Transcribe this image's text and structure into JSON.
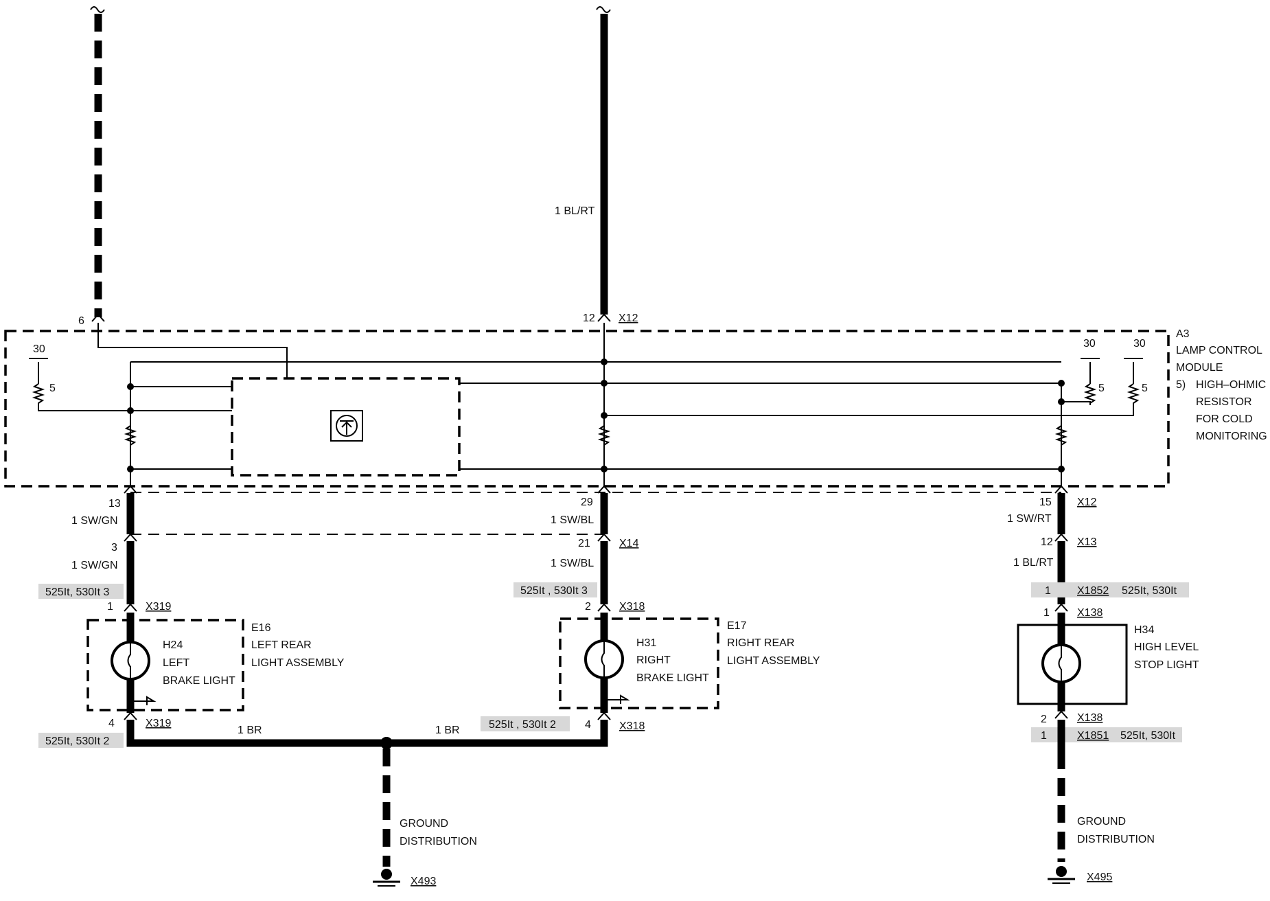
{
  "module": {
    "ref": "A3",
    "lines": [
      "LAMP CONTROL",
      "MODULE"
    ],
    "note_num": "5)",
    "note_lines": [
      "HIGH–OHMIC",
      "RESISTOR",
      "FOR COLD",
      "MONITORING"
    ],
    "term30": "30",
    "res5": "5"
  },
  "top": {
    "pin6": "6",
    "pin12": "12",
    "conn": "X12",
    "wire": "1 BL/RT"
  },
  "left": {
    "pin_out": "13",
    "wire1": "1 SW/GN",
    "pin_in": "3",
    "wire2": "1 SW/GN",
    "var1": "525It, 530It  3",
    "pin_a": "1",
    "conn_a": "X319",
    "comp_ref": "E16",
    "comp_lines": [
      "LEFT REAR",
      "LIGHT ASSEMBLY"
    ],
    "lamp_ref": "H24",
    "lamp_lines": [
      "LEFT",
      "BRAKE LIGHT"
    ],
    "pin_b": "4",
    "conn_b": "X319",
    "var2": "525It, 530It  2",
    "gnd_wire": "1 BR"
  },
  "mid": {
    "pin_out": "29",
    "wire1": "1 SW/BL",
    "pin_in": "21",
    "conn_in": "X14",
    "wire2": "1 SW/BL",
    "var1": "525It , 530It  3",
    "pin_a": "2",
    "conn_a": "X318",
    "comp_ref": "E17",
    "comp_lines": [
      "RIGHT REAR",
      "LIGHT ASSEMBLY"
    ],
    "lamp_ref": "H31",
    "lamp_lines": [
      "RIGHT",
      "BRAKE LIGHT"
    ],
    "pin_b": "4",
    "conn_b": "X318",
    "var2": "525It , 530It  2",
    "gnd_wire": "1 BR"
  },
  "right": {
    "pin_out": "15",
    "conn_out": "X12",
    "wire1": "1 SW/RT",
    "pin_in": "12",
    "conn_in": "X13",
    "wire2": "1 BL/RT",
    "var1_pin": "1",
    "var1_conn": "X1852",
    "var1_txt": "525It, 530It",
    "pin_a": "1",
    "conn_a": "X138",
    "lamp_ref": "H34",
    "lamp_lines": [
      "HIGH LEVEL",
      "STOP LIGHT"
    ],
    "pin_b": "2",
    "conn_b": "X138",
    "var2_pin": "1",
    "var2_conn": "X1851",
    "var2_txt": "525It, 530It"
  },
  "ground": {
    "lines": [
      "GROUND",
      "DISTRIBUTION"
    ],
    "left_conn": "X493",
    "right_conn": "X495"
  }
}
